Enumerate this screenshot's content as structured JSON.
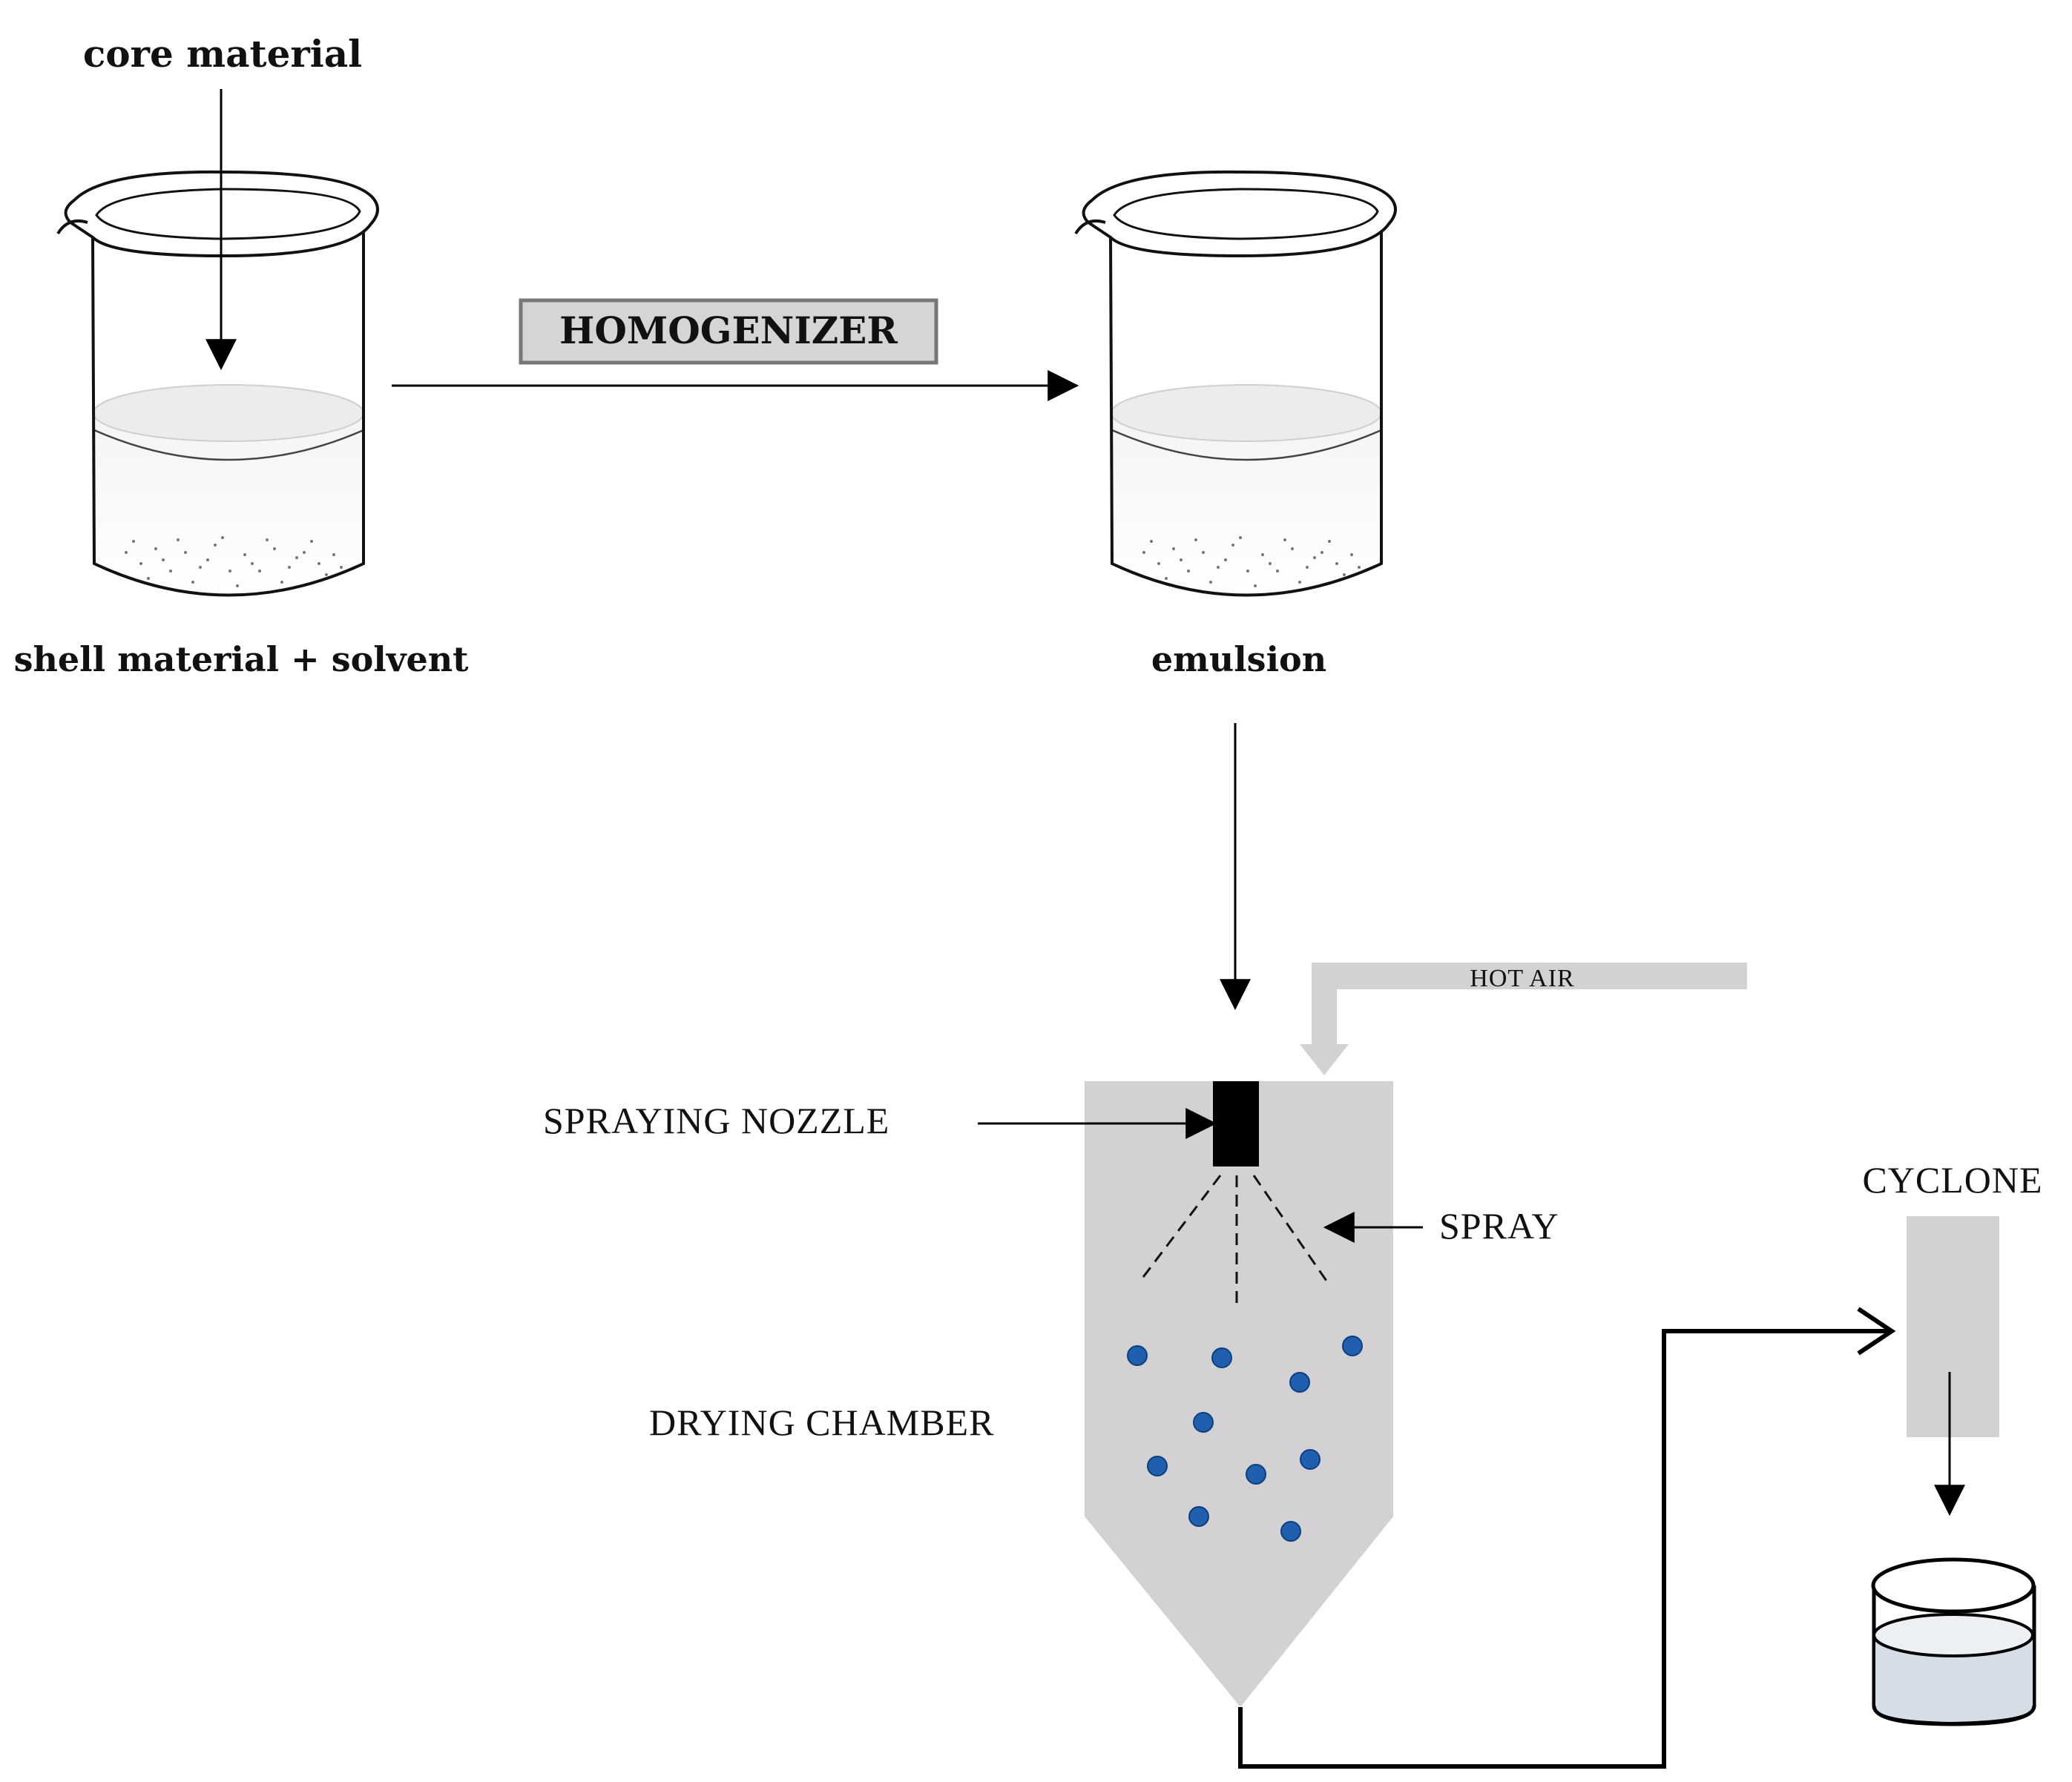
{
  "labels": {
    "core_material": "core material",
    "shell_material_solvent": "shell material + solvent",
    "homogenizer": "HOMOGENIZER",
    "emulsion": "emulsion",
    "hot_air": "HOT AIR",
    "spraying_nozzle": "SPRAYING NOZZLE",
    "spray": "SPRAY",
    "drying_chamber": "DRYING CHAMBER",
    "cyclone": "CYCLONE"
  },
  "colors": {
    "chamber_fill": "#d3d1d3",
    "homogenizer_box_fill": "#d6d4d6",
    "droplet_blue": "#1f5fae",
    "nozzle": "#000000",
    "collector_liquid": "#d5dde6",
    "liquid_top": "#ececec"
  },
  "icons": {
    "beaker": "beaker-icon",
    "nozzle": "nozzle-icon",
    "droplet": "droplet-icon",
    "collector": "collection-vessel-icon"
  }
}
